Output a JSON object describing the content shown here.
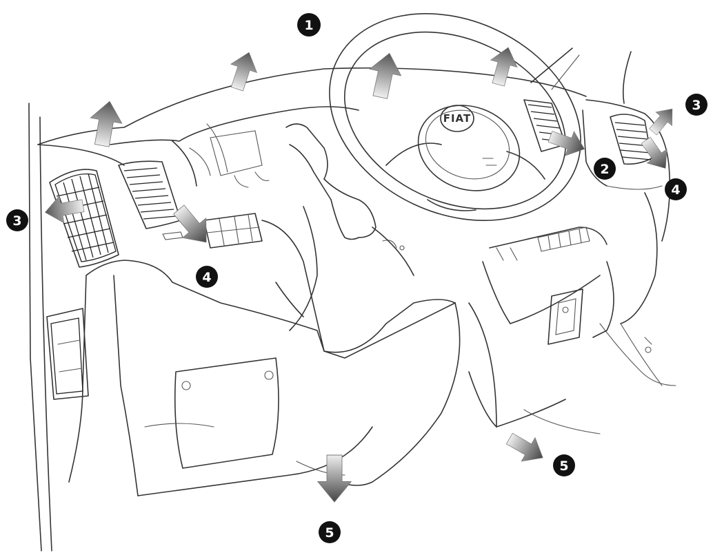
{
  "diagram": {
    "logo_text": "FIAT",
    "callouts": [
      {
        "id": "callout-1",
        "label": "1"
      },
      {
        "id": "callout-2",
        "label": "2"
      },
      {
        "id": "callout-3-right",
        "label": "3"
      },
      {
        "id": "callout-3-left",
        "label": "3"
      },
      {
        "id": "callout-4-right",
        "label": "4"
      },
      {
        "id": "callout-4-left",
        "label": "4"
      },
      {
        "id": "callout-5-bottom",
        "label": "5"
      },
      {
        "id": "callout-5-right",
        "label": "5"
      }
    ],
    "airflow_arrows": [
      "windscreen-arrow-1",
      "windscreen-arrow-2",
      "windscreen-arrow-3",
      "windscreen-arrow-4",
      "left-side-vent-arrow",
      "right-side-vent-arrow",
      "left-center-vent-arrow",
      "right-center-vent-arrow",
      "right-outer-down-arrow",
      "footwell-arrow-center",
      "footwell-arrow-right"
    ],
    "colors": {
      "line": "#333333",
      "arrow_light": "#dddddd",
      "arrow_dark": "#555555",
      "callout": "#111111"
    }
  }
}
